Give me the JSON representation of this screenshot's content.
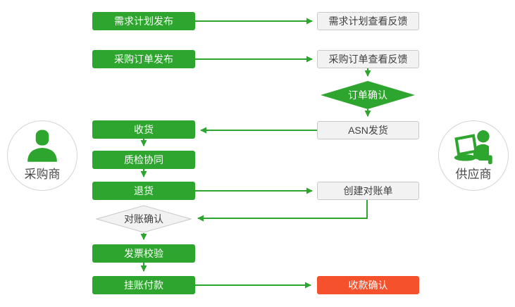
{
  "palette": {
    "green": "#2EA52E",
    "red": "#F4512C",
    "gray_fill": "#F2F2F2",
    "gray_border": "#C9C9C9",
    "dark_text": "#3F3F3F",
    "white": "#FFFFFF"
  },
  "actors": {
    "buyer": {
      "label": "采购商",
      "icon": "person-icon"
    },
    "supplier": {
      "label": "供应商",
      "icon": "person-laptop-icon"
    }
  },
  "nodes": {
    "demand_plan_publish": {
      "label": "需求计划发布"
    },
    "demand_plan_feedback": {
      "label": "需求计划查看反馈"
    },
    "po_publish": {
      "label": "采购订单发布"
    },
    "po_feedback": {
      "label": "采购订单查看反馈"
    },
    "order_confirm": {
      "label": "订单确认"
    },
    "asn_ship": {
      "label": "ASN发货"
    },
    "receive": {
      "label": "收货"
    },
    "quality_check": {
      "label": "质检协同"
    },
    "return_goods": {
      "label": "退货"
    },
    "create_statement": {
      "label": "创建对账单"
    },
    "statement_confirm": {
      "label": "对账确认"
    },
    "invoice_verify": {
      "label": "发票校验"
    },
    "payment": {
      "label": "挂账付款"
    },
    "receipt_confirm": {
      "label": "收款确认"
    }
  }
}
